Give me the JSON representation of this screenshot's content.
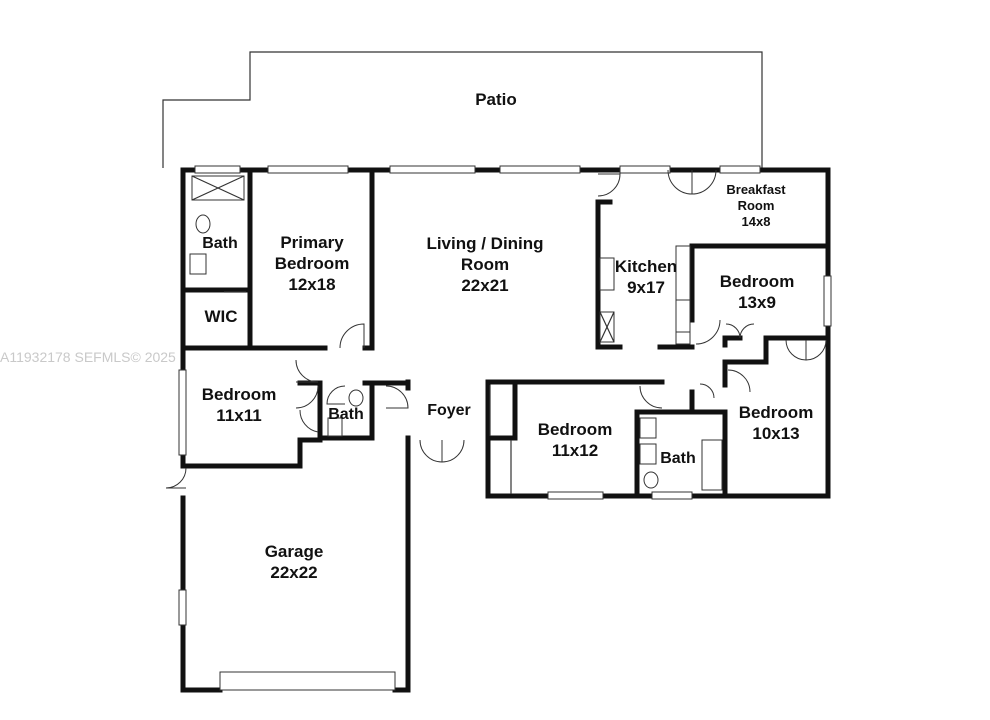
{
  "watermark": "A11932178  SEFMLS© 2025",
  "rooms": {
    "patio": {
      "name": "Patio"
    },
    "bath_primary": {
      "name": "Bath"
    },
    "wic": {
      "name": "WIC"
    },
    "primary_bedroom": {
      "name1": "Primary",
      "name2": "Bedroom",
      "size": "12x18"
    },
    "living_dining": {
      "name1": "Living / Dining",
      "name2": "Room",
      "size": "22x21"
    },
    "kitchen": {
      "name": "Kitchen",
      "size": "9x17"
    },
    "breakfast": {
      "name1": "Breakfast",
      "name2": "Room",
      "size": "14x8"
    },
    "bedroom_13x9": {
      "name": "Bedroom",
      "size": "13x9"
    },
    "bedroom_11x11": {
      "name": "Bedroom",
      "size": "11x11"
    },
    "bath_hall_left": {
      "name": "Bath"
    },
    "foyer": {
      "name": "Foyer"
    },
    "bedroom_11x12": {
      "name": "Bedroom",
      "size": "11x12"
    },
    "bath_hall_right": {
      "name": "Bath"
    },
    "bedroom_10x13": {
      "name": "Bedroom",
      "size": "10x13"
    },
    "garage": {
      "name": "Garage",
      "size": "22x22"
    }
  }
}
